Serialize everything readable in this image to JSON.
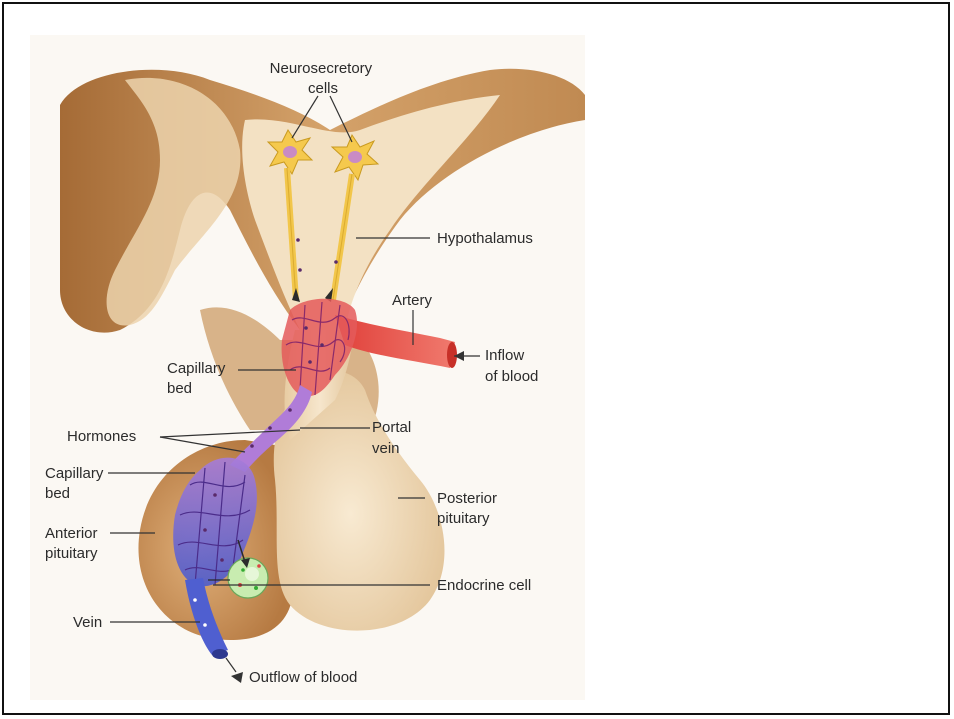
{
  "labels": {
    "neurosecretory": [
      "Neurosecretory",
      "cells"
    ],
    "hypothalamus": "Hypothalamus",
    "artery": "Artery",
    "inflow": [
      "Inflow",
      "of blood"
    ],
    "capillary_bed_upper": [
      "Capillary",
      "bed"
    ],
    "portal_vein": [
      "Portal",
      "vein"
    ],
    "hormones": "Hormones",
    "capillary_bed_lower": [
      "Capillary",
      "bed"
    ],
    "posterior_pituitary": [
      "Posterior",
      "pituitary"
    ],
    "anterior_pituitary": [
      "Anterior",
      "pituitary"
    ],
    "endocrine_cell": "Endocrine cell",
    "vein": "Vein",
    "outflow": "Outflow of blood"
  },
  "colors": {
    "tissue_dark": "#b77c45",
    "tissue_mid": "#d6a76e",
    "tissue_light": "#f0dcbd",
    "neuron": "#f2c64a",
    "artery": "#e8473f",
    "portal": "#b07cd8",
    "vein": "#4f5fd0",
    "endocrine": "#c8ecb0"
  }
}
